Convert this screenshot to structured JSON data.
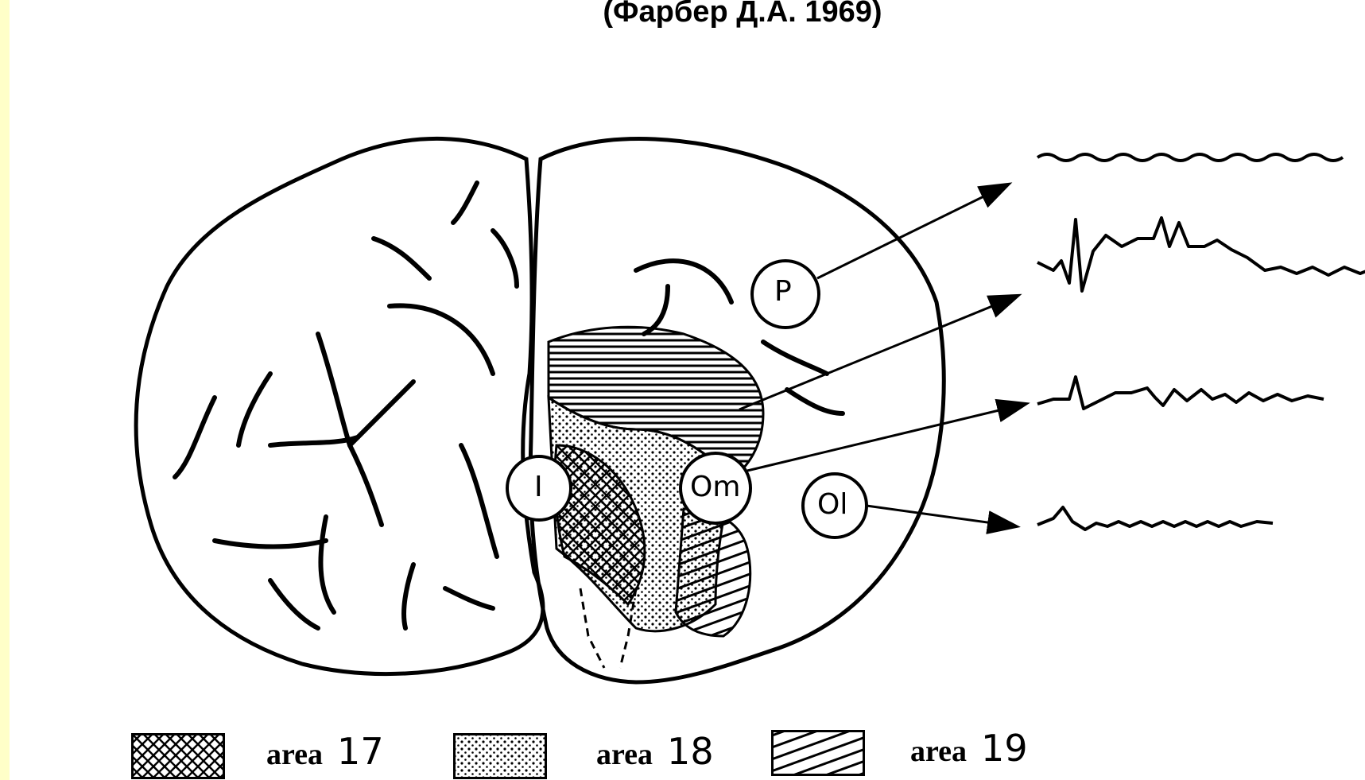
{
  "title": "(Фарбер Д.А. 1969)",
  "sites": [
    {
      "id": "P",
      "label": "P"
    },
    {
      "id": "I",
      "label": "I"
    },
    {
      "id": "Om",
      "label": "Om"
    },
    {
      "id": "Ol",
      "label": "Ol"
    }
  ],
  "legend": [
    {
      "word": "area",
      "number": "17",
      "pattern": "crosshatch"
    },
    {
      "word": "area",
      "number": "18",
      "pattern": "dots"
    },
    {
      "word": "area",
      "number": "19",
      "pattern": "diagonal-lines"
    }
  ],
  "colors": {
    "background": "#ffffc8",
    "figure": "#ffffff",
    "ink": "#000000"
  }
}
